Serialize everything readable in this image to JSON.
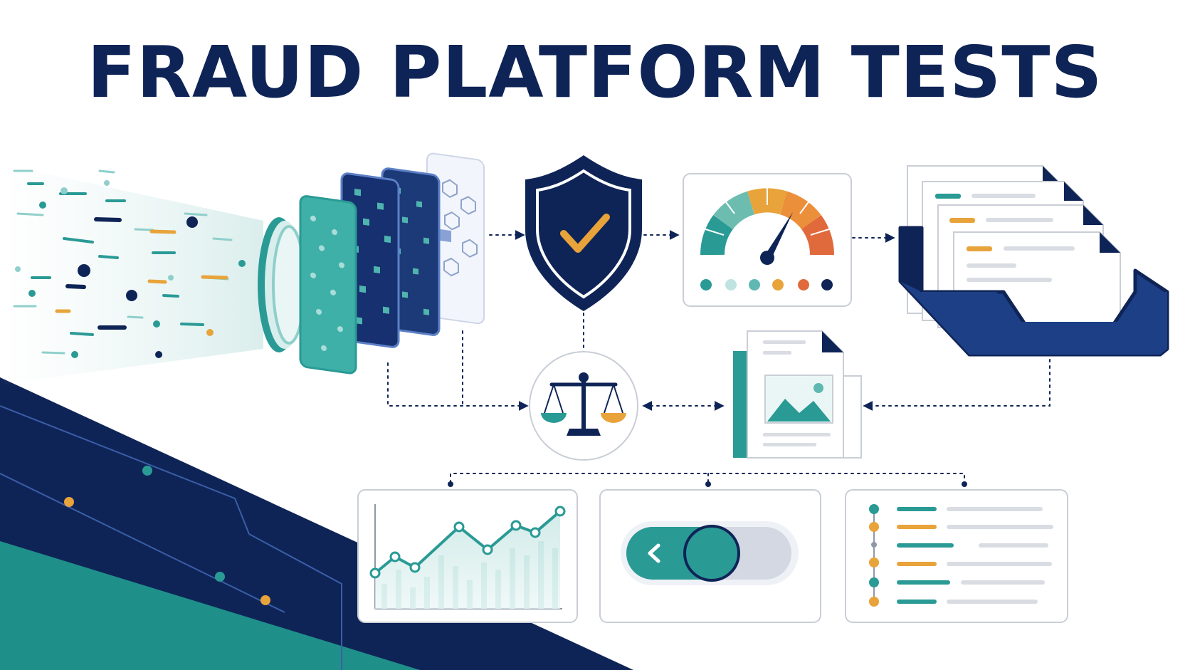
{
  "title": "FRAUD PLATFORM TESTS",
  "colors": {
    "navy": "#0f2456",
    "teal": "#2a9a95",
    "teal_light": "#8fcfcb",
    "orange": "#e8a33a",
    "red_orange": "#e06a3c",
    "gray_border": "#c9ced6",
    "gray_line": "#d9dde3"
  },
  "icons": [
    "data-stream",
    "scan-lens",
    "filter-layer-stack",
    "shield-check-icon",
    "risk-gauge-icon",
    "case-file-tray-icon",
    "balance-scale-icon",
    "image-document-icon",
    "trend-chart-icon",
    "toggle-switch-icon",
    "checklist-icon"
  ],
  "gauge": {
    "level": 0.78
  },
  "toggle": {
    "state": "on"
  }
}
